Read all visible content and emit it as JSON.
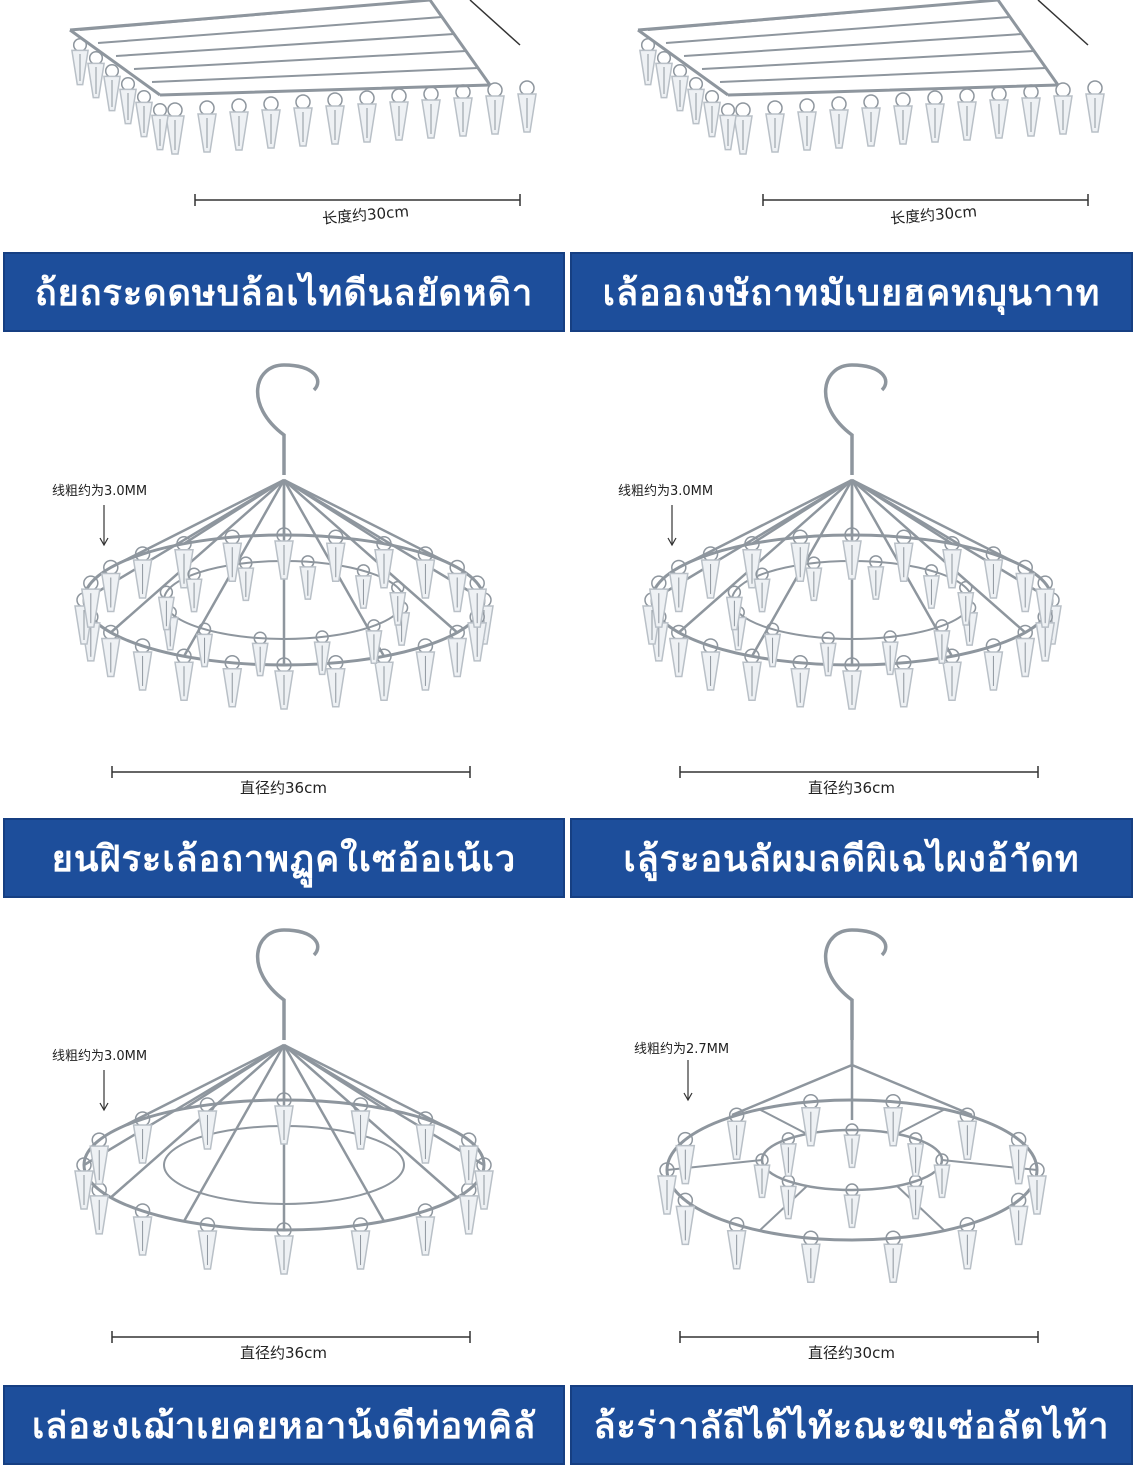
{
  "colors": {
    "banner": "#1d4e9b",
    "wire": "#8e969e",
    "clip": "#b9c0c7"
  },
  "panels": [
    {
      "shape": "square",
      "dimension_label": "长度约30cm",
      "banner": "ถ้ยถระดดษบล้อเไทดีนลยัดหดิา"
    },
    {
      "shape": "square",
      "dimension_label": "长度约30cm",
      "banner": "เล้ออถงษัถาทมัเบยฮคทญุนาาท"
    },
    {
      "shape": "round",
      "wire_label": "线粗约为3.0MM",
      "dimension_label": "直径约36cm",
      "banner": "ยนฝิระเล้อถาพฏูคใเซอ้อเน้เว"
    },
    {
      "shape": "round",
      "wire_label": "线粗约为3.0MM",
      "dimension_label": "直径约36cm",
      "banner": "เลู้ระอนลัผมลดีผิเฉไผงอ้าัดท"
    },
    {
      "shape": "round-sparse",
      "wire_label": "线粗约为3.0MM",
      "dimension_label": "直径约36cm",
      "banner": "เล่อะงเฌ้าเยคยหอาน้งดีท่อทคิลั"
    },
    {
      "shape": "tiered",
      "wire_label": "线粗约为2.7MM",
      "dimension_label": "直径约30cm",
      "banner": "ล้ะร่าาลัถีได้ไทัะณะฆเซ่อลัตไท้า"
    }
  ]
}
